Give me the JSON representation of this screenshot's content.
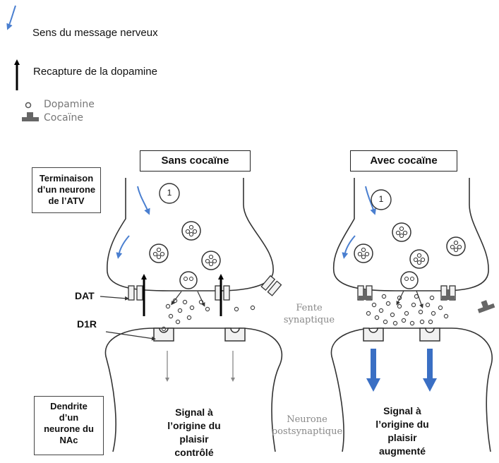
{
  "legend": {
    "flow_label": "Sens du message nerveux",
    "reuptake_label": "Recapture de la dopamine",
    "dopamine_label": "Dopamine",
    "cocaine_label": "Cocaïne"
  },
  "panels": {
    "left_title": "Sans cocaïne",
    "right_title": "Avec cocaïne",
    "step_number": "1"
  },
  "labels": {
    "terminal_line1": "Terminaison",
    "terminal_line2": "d’un neurone",
    "terminal_line3": "de l’ATV",
    "dat": "DAT",
    "d1r": "D1R",
    "cleft_line1": "Fente",
    "cleft_line2": "synaptique",
    "dendrite_line1": "Dendrite",
    "dendrite_line2": "d’un",
    "dendrite_line3": "neurone du",
    "dendrite_line4": "NAc",
    "postsyn_line1": "Neurone",
    "postsyn_line2": "postsynaptique"
  },
  "signals": {
    "left_line1": "Signal à",
    "left_line2": "l’origine du",
    "left_line3": "plaisir",
    "left_line4": "contrôlé",
    "right_line1": "Signal à",
    "right_line2": "l’origine du",
    "right_line3": "plaisir",
    "right_line4": "augmenté"
  },
  "colors": {
    "flow_arrow": "#4a7fd0",
    "signal_arrow": "#3a6fc4",
    "outline": "#333333",
    "legend_gray": "#777777"
  }
}
